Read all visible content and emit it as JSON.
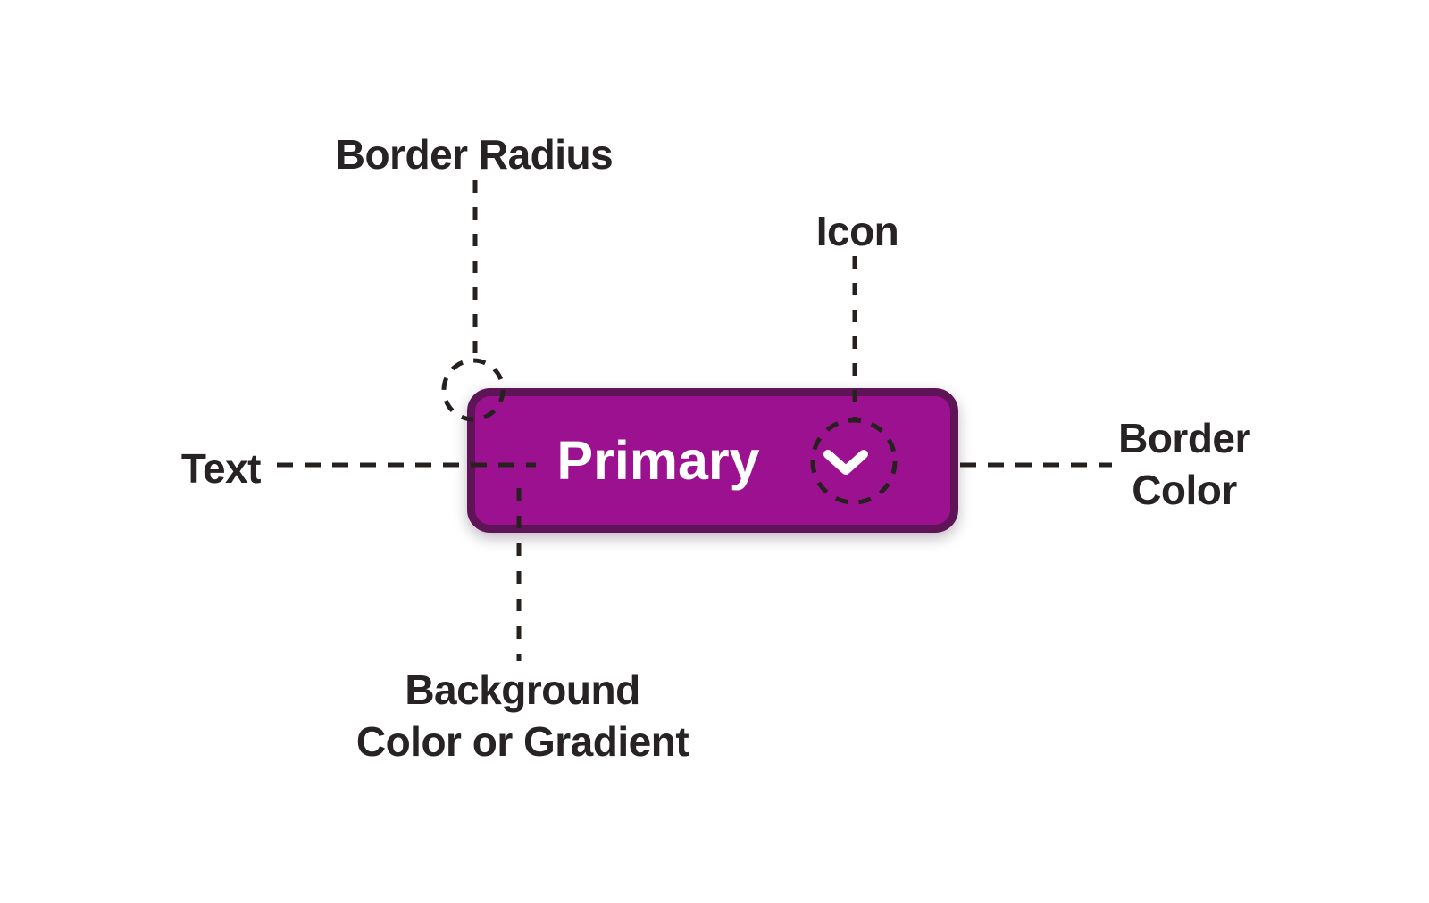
{
  "button": {
    "label": "Primary",
    "icon": "chevron-down"
  },
  "annotations": {
    "border_radius": {
      "label": "Border Radius"
    },
    "icon": {
      "label": "Icon"
    },
    "text": {
      "label": "Text"
    },
    "border_color": {
      "lines": [
        "Border",
        "Color"
      ]
    },
    "background": {
      "lines": [
        "Background",
        "Color or Gradient"
      ]
    }
  },
  "theme": {
    "button_fill": "#9C1190",
    "button_border": "#5E1456",
    "button_text": "#FFFFFF",
    "ink": "#26211F",
    "label_color": "#272223",
    "page_bg": "#FFFFFF"
  }
}
